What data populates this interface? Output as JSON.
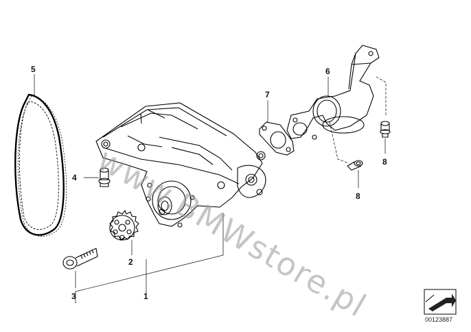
{
  "callouts": {
    "c1": "1",
    "c2": "2",
    "c3": "3",
    "c4": "4",
    "c5": "5",
    "c6": "6",
    "c7": "7",
    "c8a": "8",
    "c8b": "8"
  },
  "watermark": "www.BMWstore.pl",
  "reference_code": "00123887",
  "icons": {
    "legend": "arrow-navigation-icon"
  }
}
